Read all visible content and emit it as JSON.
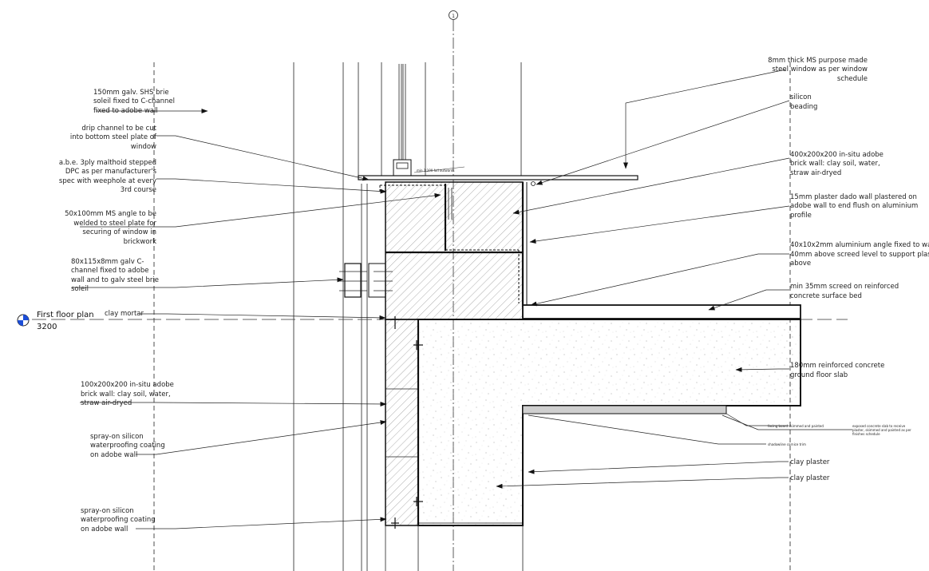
{
  "grid": {
    "label": "1"
  },
  "level": {
    "name": "First floor plan",
    "elevation": "3200"
  },
  "window_note": "min 1:100 fall outwards",
  "annotations_left": [
    {
      "id": "brise-soleil",
      "lines": [
        "150mm galv. SHS brie",
        "soleil fixed to C-channel",
        "fixed to adobe wall"
      ]
    },
    {
      "id": "drip-channel",
      "lines": [
        "drip channel to be cut",
        "into bottom steel plate of",
        "window"
      ]
    },
    {
      "id": "dpc",
      "lines": [
        "a.b.e. 3ply malthoid stepped",
        "DPC as per manufacturer's",
        "spec with weephole at every",
        "3rd course"
      ]
    },
    {
      "id": "ms-angle",
      "lines": [
        "50x100mm MS angle to be",
        "welded to steel plate for",
        "securing of window in",
        "brickwork"
      ]
    },
    {
      "id": "c-channel",
      "lines": [
        "80x115x8mm galv C-",
        "channel fixed to adobe",
        "wall and to galv steel brie",
        "soleil"
      ]
    },
    {
      "id": "clay-mortar",
      "lines": [
        "clay mortar"
      ]
    },
    {
      "id": "adobe-wall-100",
      "lines": [
        "100x200x200 in-situ adobe",
        "brick wall: clay soil, water,",
        "straw air-dryed"
      ]
    },
    {
      "id": "waterproofing-1",
      "lines": [
        "spray-on silicon",
        "waterproofing coating",
        "on adobe wall"
      ]
    },
    {
      "id": "waterproofing-2",
      "lines": [
        "spray-on silicon",
        "waterproofing coating",
        "on adobe wall"
      ]
    }
  ],
  "annotations_right": [
    {
      "id": "steel-window",
      "lines": [
        "8mm thick MS purpose made",
        "steel window as per window",
        "schedule"
      ]
    },
    {
      "id": "silicon-beading",
      "lines": [
        "silicon",
        "beading"
      ]
    },
    {
      "id": "adobe-wall-400",
      "lines": [
        "400x200x200 in-situ adobe",
        "brick wall: clay soil, water,",
        "straw air-dryed"
      ]
    },
    {
      "id": "plaster-dado",
      "lines": [
        "15mm plaster dado wall plastered on",
        "adobe wall to end flush on aluminium",
        "profile"
      ]
    },
    {
      "id": "alu-angle",
      "lines": [
        "40x10x2mm aluminium angle fixed to wall at",
        "40mm above screed level to support plaster",
        "above"
      ]
    },
    {
      "id": "screed",
      "lines": [
        "min 35mm screed on reinforced",
        "concrete surface bed"
      ]
    },
    {
      "id": "slab",
      "lines": [
        "180mm reinforced concrete",
        "ground floor slab"
      ]
    },
    {
      "id": "clay-plaster-1",
      "lines": [
        "clay plaster"
      ]
    },
    {
      "id": "clay-plaster-2",
      "lines": [
        "clay plaster"
      ]
    }
  ],
  "annotations_small": [
    {
      "id": "facing-board",
      "lines": [
        "facing board skimmed and painted"
      ]
    },
    {
      "id": "exposed-slab",
      "lines": [
        "exposed concrete slab to receive",
        "plaster, skimmed and painted as per",
        "finishes schedule"
      ]
    },
    {
      "id": "cornice",
      "lines": [
        "shadowline cornice trim"
      ]
    }
  ]
}
